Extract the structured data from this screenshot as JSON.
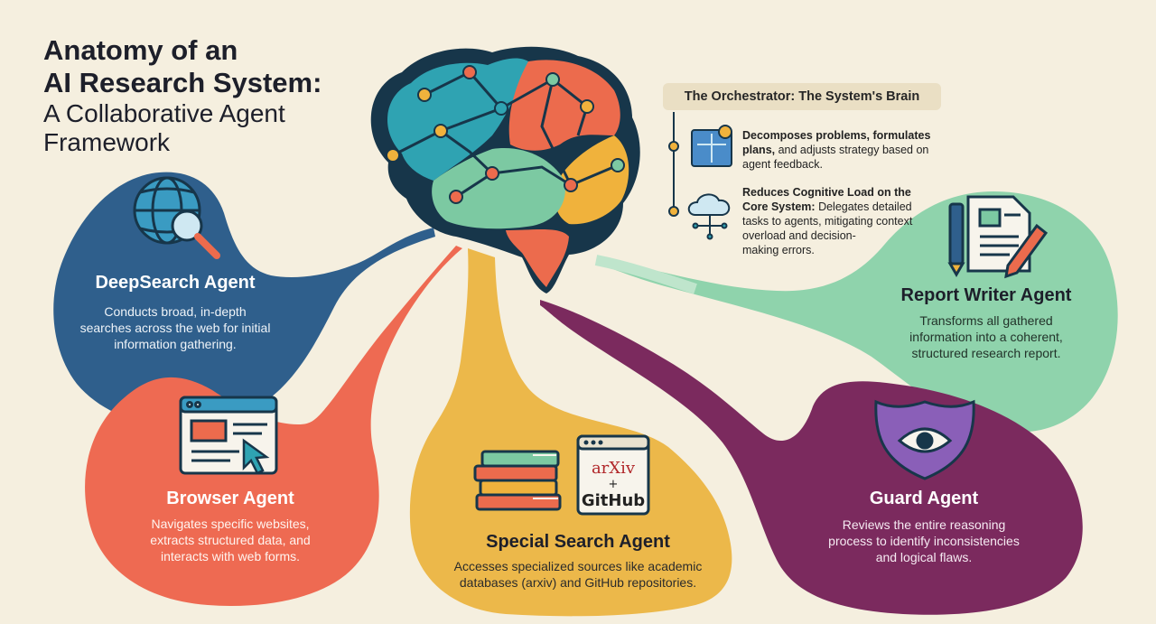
{
  "title": {
    "line1": "Anatomy of an",
    "line2": "AI Research System:",
    "line3": "A Collaborative Agent",
    "line4": "Framework"
  },
  "orchestrator": {
    "heading": "The Orchestrator: The System's Brain",
    "item1_bold_a": "Decomposes problems, formulates",
    "item1_bold_b": "plans,",
    "item1_rest_b": " and adjusts strategy based on",
    "item1_line3": "agent feedback.",
    "item2_bold_a": "Reduces Cognitive Load on the",
    "item2_bold_b": "Core System:",
    "item2_rest_b": " Delegates detailed",
    "item2_line3": "tasks to agents, mitigating context",
    "item2_line4": "overload and decision-",
    "item2_line5": "making errors."
  },
  "agents": {
    "deepsearch": {
      "name": "DeepSearch Agent",
      "desc1": "Conducts broad, in-depth",
      "desc2": "searches across the web for initial",
      "desc3": "information gathering."
    },
    "browser": {
      "name": "Browser Agent",
      "desc1": "Navigates specific websites,",
      "desc2": "extracts structured data, and",
      "desc3": "interacts with web forms."
    },
    "special": {
      "name": "Special Search Agent",
      "desc1": "Accesses specialized sources like academic",
      "desc2": "databases (arxiv) and GitHub repositories.",
      "logo_arxiv": "arXiv",
      "logo_plus": "+",
      "logo_github": "GitHub"
    },
    "report": {
      "name": "Report Writer Agent",
      "desc1": "Transforms all gathered",
      "desc2": "information into a coherent,",
      "desc3": "structured research report."
    },
    "guard": {
      "name": "Guard Agent",
      "desc1": "Reviews the entire reasoning",
      "desc2": "process to identify inconsistencies",
      "desc3": "and logical flaws."
    }
  },
  "colors": {
    "background": "#f5efdf",
    "deepsearch": "#2f5f8c",
    "browser": "#ee6a52",
    "special": "#ecb84a",
    "report": "#8fd3ac",
    "guard": "#7b2a5e",
    "brain_teal": "#2fa3b2",
    "brain_orange": "#ec6b4d",
    "brain_yellow": "#f0b23c",
    "brain_green": "#7cc9a2"
  },
  "icons": [
    "brain-icon",
    "globe-icon",
    "magnifier-icon",
    "browser-window-icon",
    "cursor-icon",
    "books-icon",
    "arxiv-github-window-icon",
    "blueprint-gear-icon",
    "cloud-network-icon",
    "document-pen-icon",
    "shield-eye-icon"
  ]
}
